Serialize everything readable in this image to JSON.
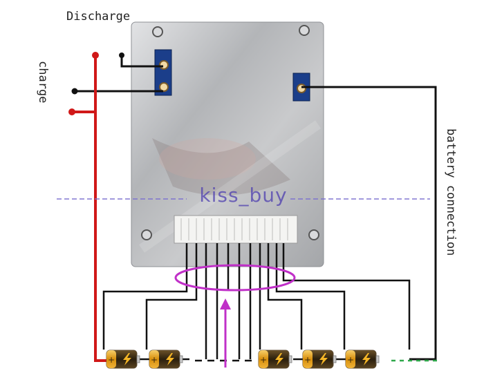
{
  "labels": {
    "discharge": "Discharge",
    "charge": "charge",
    "battery_connection": "battery connection"
  },
  "watermark": {
    "text": "kiss_buy",
    "dashes": "-----------------"
  },
  "colors": {
    "positive_wire": "#d01818",
    "wire": "#111111",
    "balance_highlight": "#c030c8",
    "board": "#b9bbbd",
    "battery_body": "#3a2a10",
    "battery_cap": "#e7a21a"
  },
  "batteries": {
    "left_count": 2,
    "right_count": 3,
    "icon": "lightning-icon"
  }
}
